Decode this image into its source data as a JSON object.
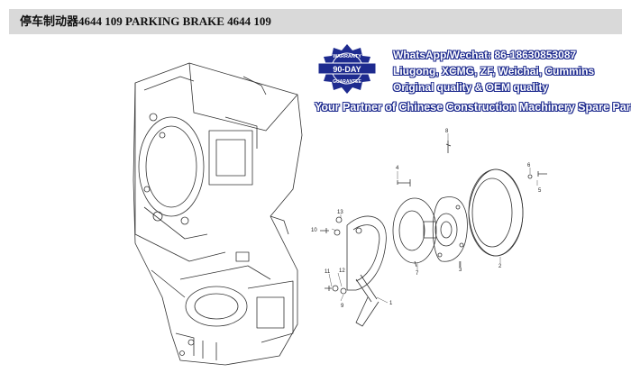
{
  "header": {
    "title": "停车制动器4644 109    PARKING BRAKE 4644 109"
  },
  "watermark": {
    "line1": "WhatsApp/Wechat: 86-18630853087",
    "line2": "Liugong, XCMG, ZF, Weichai, Cummins",
    "line3": "Original quality & OEM quality",
    "line4": "Your Partner of Chinese Construction Machinery Spare Parts",
    "badge": {
      "top": "WARRANTY",
      "center": "90-DAY",
      "bottom": "GUARANTEE"
    },
    "colors": {
      "text_fill": "#ffffff",
      "outline": "#1e2b8f",
      "badge": "#1e2b8f"
    }
  },
  "callouts": {
    "n1": "1",
    "n2": "2",
    "n3": "3",
    "n4": "4",
    "n5": "5",
    "n6": "6",
    "n7": "7",
    "n8": "8",
    "n9": "9",
    "n10": "10",
    "n11": "11",
    "n12": "12",
    "n13": "13"
  }
}
